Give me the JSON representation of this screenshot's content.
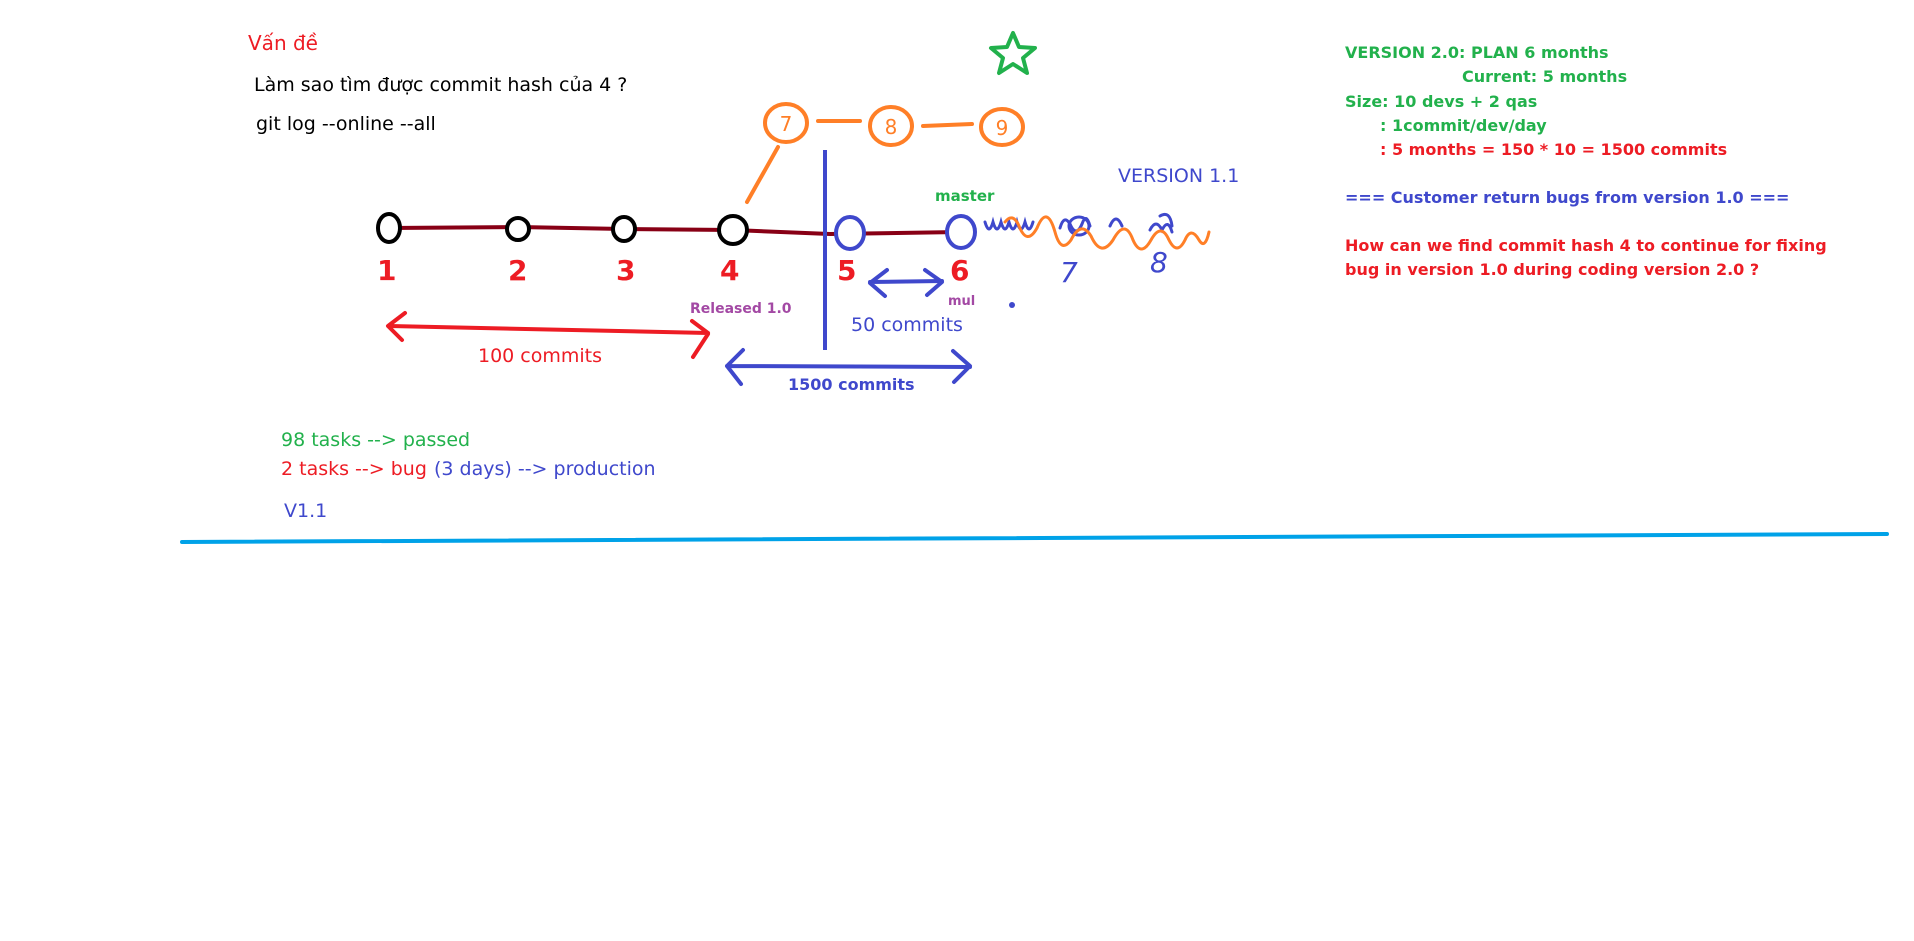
{
  "colors": {
    "red": "#ed1c24",
    "black": "#000000",
    "dark_red": "#880015",
    "orange": "#ff7f27",
    "blue": "#3f48cc",
    "green": "#22b14c",
    "purple": "#a349a4",
    "sky": "#00a2e8"
  },
  "problem": {
    "title": "Vấn đề",
    "question": "Làm sao tìm được commit hash của 4 ?",
    "command": "git log --online --all"
  },
  "commits": {
    "main_labels": [
      "1",
      "2",
      "3",
      "4",
      "5",
      "6"
    ],
    "branch_labels": [
      "7",
      "8",
      "9"
    ],
    "scribble_labels": [
      "7",
      "8"
    ]
  },
  "annotations": {
    "released": "Released 1.0",
    "master": "master",
    "mul": "mul",
    "version_11": "VERSION 1.1",
    "span_100": "100 commits",
    "span_50": "50 commits",
    "span_1500": "1500 commits"
  },
  "tasks": {
    "passed": "98 tasks --> passed",
    "bug_prefix": "2 tasks --> bug",
    "bug_days": "(3 days) --> production",
    "version": "V1.1"
  },
  "plan": {
    "line1": "VERSION 2.0: PLAN 6 months",
    "line2": "Current: 5 months",
    "line3": "Size: 10 devs + 2 qas",
    "line4": ": 1commit/dev/day",
    "line5": ": 5 months = 150 * 10 = 1500 commits",
    "customer": "=== Customer return bugs from version 1.0 ===",
    "question_l1": "How can we find commit hash 4 to continue for fixing",
    "question_l2": "bug in version 1.0 during coding version 2.0 ?"
  },
  "icons": [
    "star-icon"
  ]
}
